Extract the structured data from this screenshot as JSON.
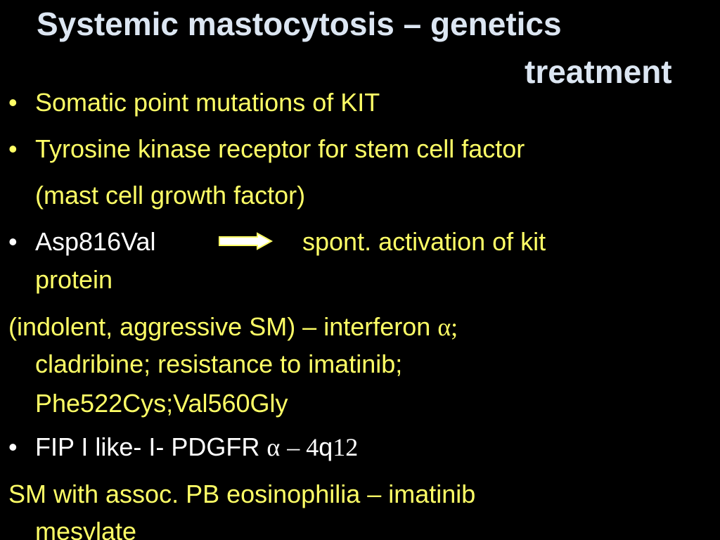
{
  "slide": {
    "title_line1": "Systemic mastocytosis – genetics",
    "title_line2": "treatment",
    "bullet_glyph": "•",
    "items": {
      "kit_mutations": "Somatic point mutations of KIT",
      "receptor_line1": "Tyrosine kinase receptor for stem cell factor",
      "receptor_line2": "(mast cell growth factor)",
      "asp_label": "Asp816Val",
      "asp_result_line1": "spont. activation of kit",
      "asp_result_line2": "protein",
      "indolent_line1": "(indolent, aggressive SM) – interferon",
      "alpha_symbol": "α;",
      "indolent_line2": "cladribine; resistance to imatinib;",
      "indolent_line3": "Phe522Cys;Val560Gly",
      "fip_text": "FIP I like- I- PDGFR",
      "fip_alpha": "α",
      "fip_dash4": "– 4",
      "fip_q": "q",
      "fip_12": "12",
      "sm_line1": "SM with assoc. PB eosinophilia – imatinib",
      "sm_line2": "mesylate"
    },
    "colors": {
      "background": "#000000",
      "title": "#dce6f2",
      "yellow_text": "#ffff66",
      "white_text": "#ffffff"
    },
    "icons": {
      "arrow": "right-arrow-icon"
    }
  }
}
